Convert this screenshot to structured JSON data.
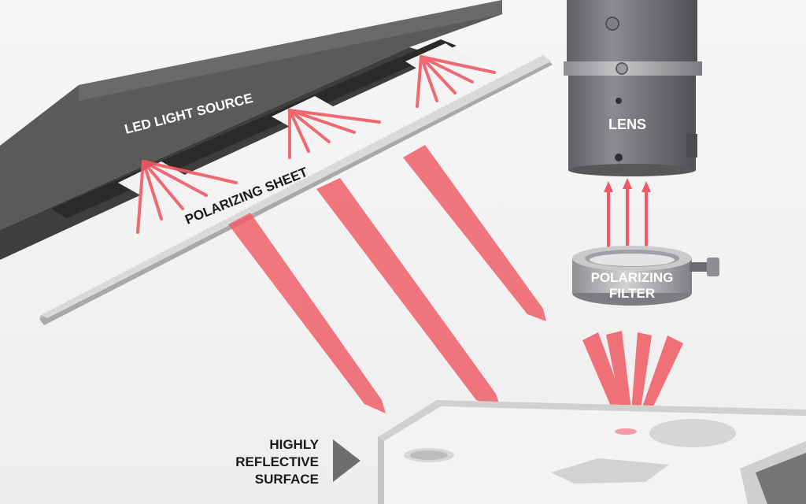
{
  "labels": {
    "led_light_source": "LED LIGHT SOURCE",
    "polarizing_sheet": "POLARIZING SHEET",
    "lens": "LENS",
    "polarizing_filter_line1": "POLARIZING",
    "polarizing_filter_line2": "FILTER",
    "surface_line1": "HIGHLY",
    "surface_line2": "REFLECTIVE",
    "surface_line3": "SURFACE"
  },
  "colors": {
    "background": "#f1f1f1",
    "light_ray": "#f05a64",
    "led_housing": "#4a4a4a",
    "lens_body": "#6f7174",
    "polarizing_sheet": "#d9d9d9",
    "label_light": "#ffffff",
    "label_dark": "#1a1a1a",
    "pointer_arrow": "#6e6e70"
  }
}
